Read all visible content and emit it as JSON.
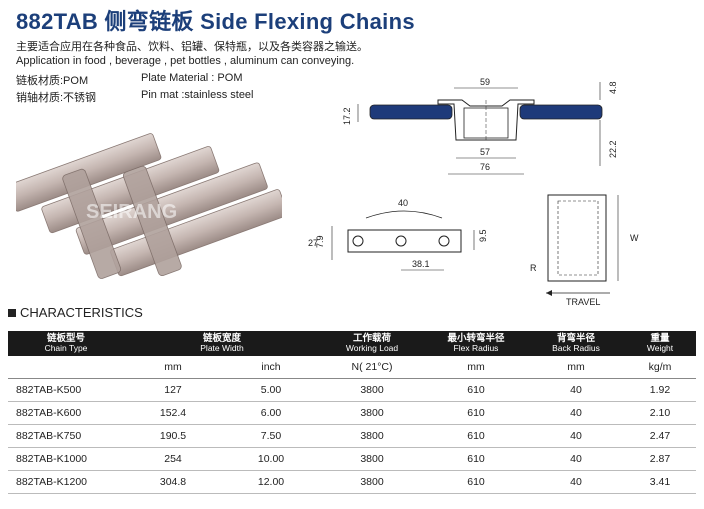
{
  "title": "882TAB 侧弯链板  Side Flexing Chains",
  "description": {
    "zh": "主要适合应用在各种食品、饮料、铝罐、保特瓶，以及各类容器之输送。",
    "en": "Application in food , beverage , pet bottles , aluminum can conveying."
  },
  "specs": [
    {
      "zh": "链板材质:POM",
      "en": "Plate Material : POM"
    },
    {
      "zh": "销轴材质:不锈钢",
      "en": "Pin mat :stainless steel"
    }
  ],
  "photo": {
    "watermark": "SEIRANG"
  },
  "drawings": {
    "cross_section": {
      "top_width": "59",
      "thickness": "4.8",
      "left_height": "17.2",
      "inner_width": "57",
      "bottom_height": "22.2",
      "total_width": "76"
    },
    "side_view": {
      "arc": "40",
      "height_total": "27",
      "height_pin": "7.9",
      "height_right": "9.5",
      "pitch": "38.1"
    },
    "top_view": {
      "width_label": "W",
      "radius_label": "R",
      "direction": "TRAVEL"
    }
  },
  "section_heading": "CHARACTERISTICS",
  "table": {
    "headers": [
      {
        "zh": "链板型号",
        "en": "Chain Type"
      },
      {
        "zh": "链板宽度",
        "en": "Plate Width"
      },
      {
        "zh": "工作载荷",
        "en": "Working Load"
      },
      {
        "zh": "最小转弯半径",
        "en": "Flex Radius"
      },
      {
        "zh": "背弯半径",
        "en": "Back Radius"
      },
      {
        "zh": "重量",
        "en": "Weight"
      }
    ],
    "units": [
      "",
      "mm",
      "inch",
      "N( 21°C)",
      "mm",
      "mm",
      "kg/m"
    ],
    "rows": [
      [
        "882TAB-K500",
        "127",
        "5.00",
        "3800",
        "610",
        "40",
        "1.92"
      ],
      [
        "882TAB-K600",
        "152.4",
        "6.00",
        "3800",
        "610",
        "40",
        "2.10"
      ],
      [
        "882TAB-K750",
        "190.5",
        "7.50",
        "3800",
        "610",
        "40",
        "2.47"
      ],
      [
        "882TAB-K1000",
        "254",
        "10.00",
        "3800",
        "610",
        "40",
        "2.87"
      ],
      [
        "882TAB-K1200",
        "304.8",
        "12.00",
        "3800",
        "610",
        "40",
        "3.41"
      ]
    ]
  }
}
